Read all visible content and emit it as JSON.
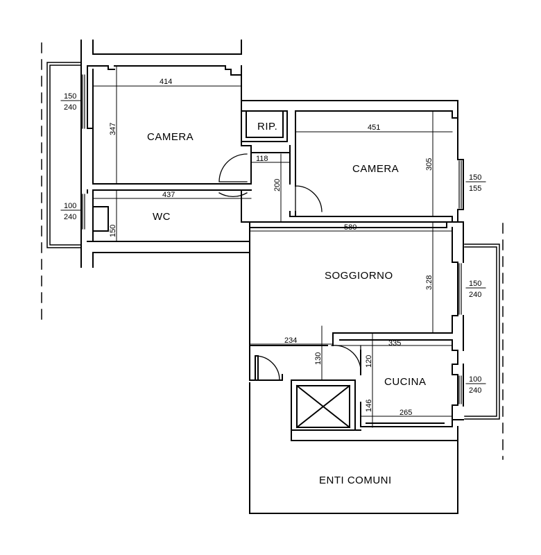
{
  "rooms": {
    "camera_left": "CAMERA",
    "camera_right": "CAMERA",
    "rip": "RIP.",
    "wc": "WC",
    "soggiorno": "SOGGIORNO",
    "cucina": "CUCINA",
    "enti_comuni": "ENTI COMUNI"
  },
  "dimensions": {
    "camera_left_width": "414",
    "camera_left_depth": "347",
    "wc_width": "437",
    "wc_depth": "150",
    "corridor_width": "118",
    "corridor_length": "200",
    "camera_right_width": "451",
    "camera_right_depth": "305",
    "soggiorno_width": "580",
    "soggiorno_depth": "3.28",
    "hall_width": "234",
    "hall_depth": "130",
    "cucina_width_top": "335",
    "cucina_width_bottom": "265",
    "cucina_depth_a": "120",
    "cucina_depth_b": "146"
  },
  "windows": {
    "camera_left": {
      "width": "150",
      "height": "240"
    },
    "wc": {
      "width": "100",
      "height": "240"
    },
    "camera_right": {
      "width": "150",
      "height": "155"
    },
    "soggiorno": {
      "width": "150",
      "height": "240"
    },
    "cucina": {
      "width": "100",
      "height": "240"
    }
  }
}
